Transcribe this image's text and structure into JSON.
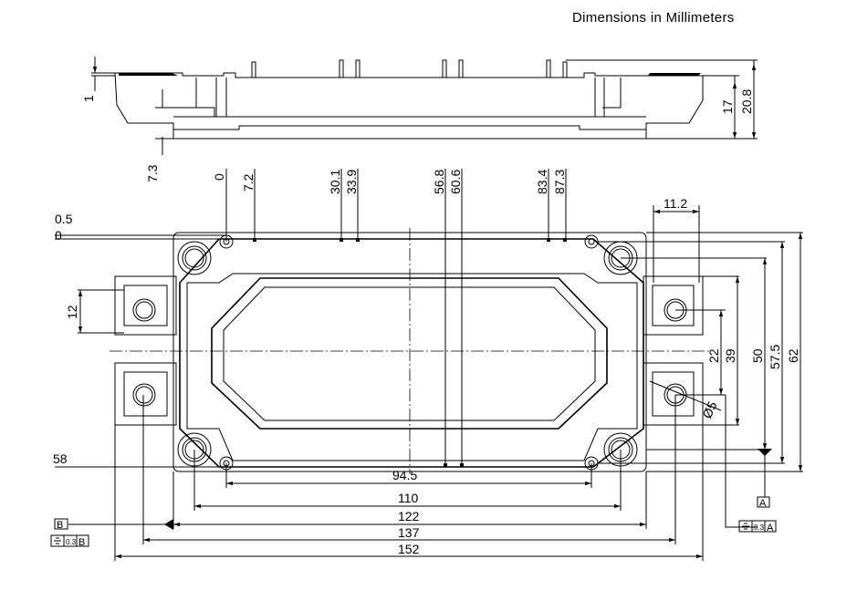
{
  "title": "Dimensions in Millimeters",
  "side_view": {
    "dims": {
      "flange": "1",
      "base": "7.3",
      "height": "17",
      "total_height": "20.8"
    }
  },
  "top_view": {
    "pin_positions": [
      "0",
      "7.2",
      "30.1",
      "33.9",
      "56.8",
      "60.6",
      "83.4",
      "87.3"
    ],
    "left_dims": {
      "offset": "0.5",
      "zero": "0",
      "tab_height": "12",
      "bottom": "58"
    },
    "tab_width": "11.2",
    "hole_diameter": "Ø5",
    "horizontal_dims": [
      "94.5",
      "110",
      "122",
      "137",
      "152"
    ],
    "vertical_dims": [
      "22",
      "39",
      "50",
      "57.5",
      "62"
    ],
    "datums": {
      "a": "A",
      "b": "B",
      "tolerance": "0.3"
    }
  }
}
